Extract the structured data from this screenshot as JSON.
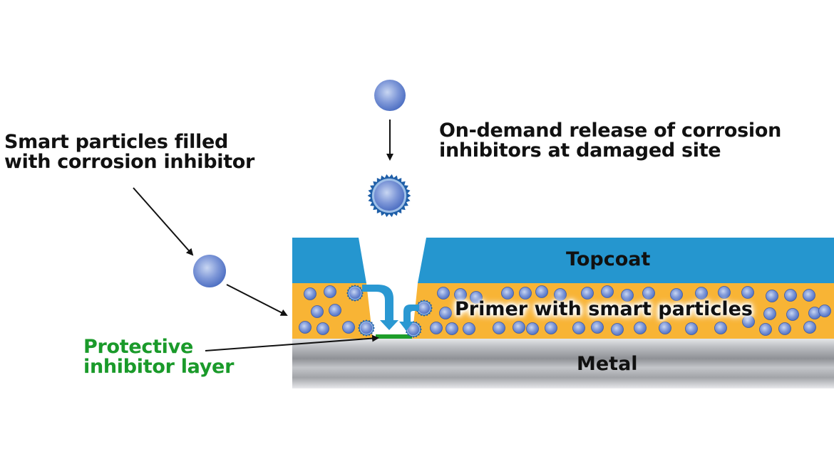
{
  "diagram": {
    "title": "Self-healing smart coating with corrosion inhibitor particles",
    "labels": {
      "smart_particles_line1": "Smart particles filled",
      "smart_particles_line2": "with corrosion inhibitor",
      "release_line1": "On-demand release of corrosion",
      "release_line2": "inhibitors at damaged site",
      "protective_line1": "Protective",
      "protective_line2": "inhibitor layer",
      "topcoat": "Topcoat",
      "primer": "Primer with smart particles",
      "metal": "Metal"
    },
    "colors": {
      "topcoat": "#2596cf",
      "primer": "#f8b435",
      "metal_light": "#d9dbdf",
      "metal_dark": "#8e9095",
      "particle": "#4f72c4",
      "particle_light": "#c3d2f0",
      "activated_shell": "#1f5fa8",
      "release_arrow": "#2a98d2",
      "protective_layer": "#1e9e2a",
      "protective_text": "#1a9a2a",
      "pointer": "#111111"
    },
    "layers": [
      "Topcoat",
      "Primer with smart particles",
      "Metal"
    ],
    "legend_items": [
      {
        "name": "intact-particle",
        "description": "Smart particle filled with corrosion inhibitor"
      },
      {
        "name": "activated-particle",
        "description": "Particle releasing inhibitor on demand"
      }
    ]
  }
}
